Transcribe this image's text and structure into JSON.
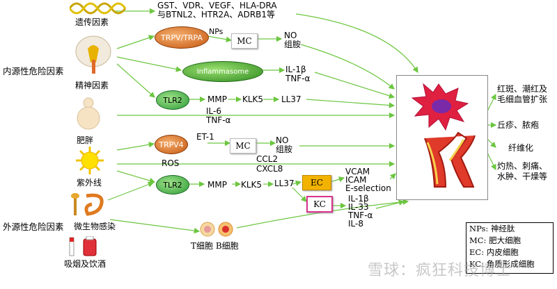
{
  "categories": {
    "intrinsic": "内源性危险因素",
    "extrinsic": "外源性危险因素"
  },
  "factors": {
    "genetic": "遗传因素",
    "mental": "精神因素",
    "obesity": "肥胖",
    "uv": "紫外线",
    "microbe": "微生物感染",
    "smoking": "吸烟及饮酒"
  },
  "genes": {
    "line1": "GST、VDR、VEGF、HLA-DRA",
    "line2": "与BTNL2、HTR2A、ADRB1等"
  },
  "nodes": {
    "trpv_trpa": "TRPV/TRPA",
    "nps": "NPs",
    "mc1": "MC",
    "no_amine1": "NO\n组胺",
    "inflammasome": "Inflammasome",
    "il1b_tnf": "IL-1β\nTNF-α",
    "tlr2_a": "TLR2",
    "mmp_a": "MMP",
    "klk5_a": "KLK5",
    "ll37_a": "LL37",
    "il6_tnf": "IL-6\nTNF-α",
    "trpv4": "TRPV4",
    "et1": "ET-1",
    "mc2": "MC",
    "no_amine2": "NO\n组胺",
    "ros": "ROS",
    "ccl": "CCL2\nCXCL8",
    "tlr2_b": "TLR2",
    "mmp_b": "MMP",
    "klk5_b": "KLK5",
    "ll37_b": "LL37",
    "ec": "EC",
    "kc": "KC",
    "adhesion": "VCAM\nICAM\nE-selection",
    "kc_out": "IL-1β\nIL-33\nTNF-α\nIL-8",
    "tb_cells": "T细胞 B细胞"
  },
  "symptoms": [
    "红斑、潮红及\n毛细血管扩张",
    "丘疹、脓疱",
    "纤维化",
    "灼热、刺痛、\n水肿、干燥等"
  ],
  "legend": [
    "NPs: 神经肽",
    "MC: 肥大细胞",
    "EC: 内皮细胞",
    "KC: 角质形成细胞"
  ],
  "watermark": "雪球：疯狂科技博士",
  "colors": {
    "arrow": "#6cc640",
    "trpv": "#d46a1a",
    "inflammasome": "#3f9b2b",
    "tlr2": "#35a640",
    "ec": "#f2b200",
    "kc": "#d9328c"
  }
}
